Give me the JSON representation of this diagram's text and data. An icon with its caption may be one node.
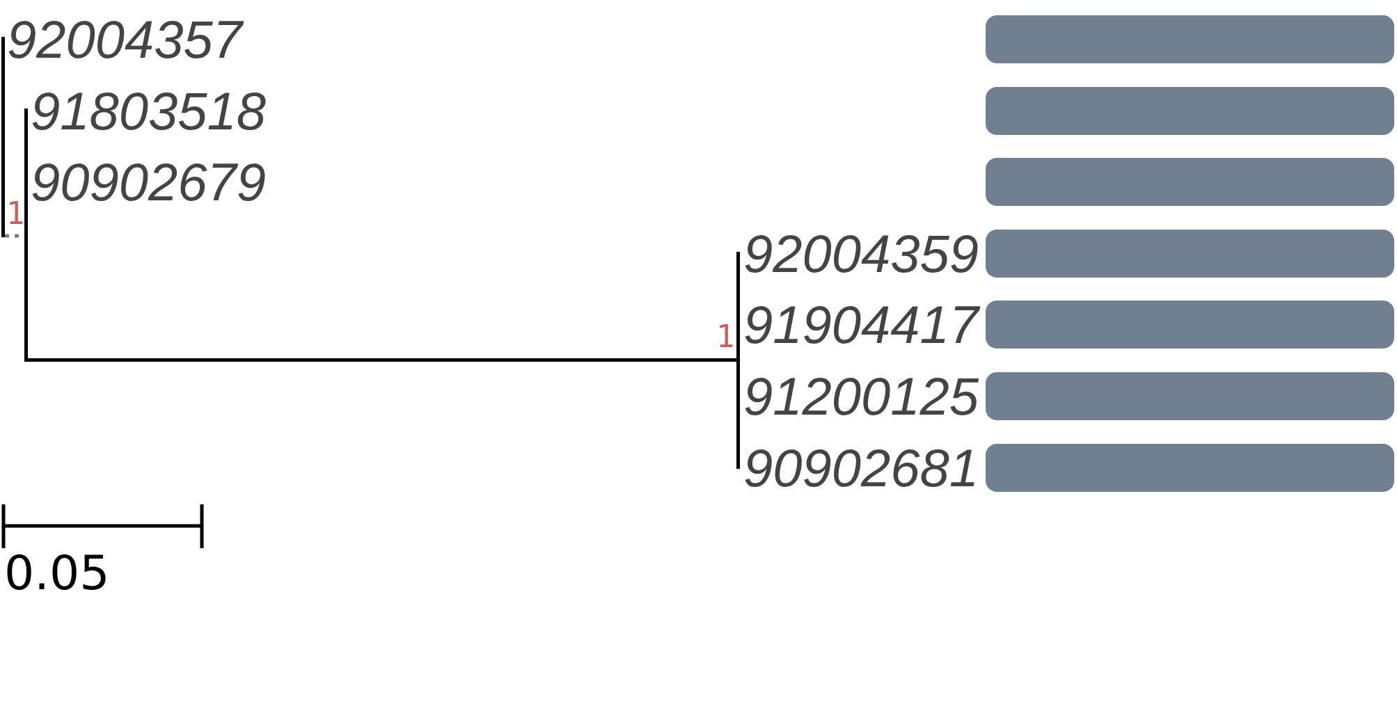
{
  "diagram": {
    "nodes": [
      {
        "text": [
          "92004357"
        ]
      },
      {
        "text": [
          "91803518"
        ]
      },
      {
        "text": [
          "90902679"
        ]
      },
      {
        "text": [
          "92004359"
        ]
      },
      {
        "text": [
          "91904417"
        ]
      },
      {
        "text": [
          "91200125"
        ]
      },
      {
        "text": [
          "90902681"
        ]
      },
      {
        "text": [],
        "shape": "bar"
      },
      {
        "text": [],
        "shape": "bar"
      },
      {
        "text": [],
        "shape": "bar"
      },
      {
        "text": [],
        "shape": "bar"
      },
      {
        "text": [],
        "shape": "bar"
      },
      {
        "text": [],
        "shape": "bar"
      },
      {
        "text": [],
        "shape": "bar"
      },
      {
        "text": [],
        "shape": "bar"
      },
      {
        "text": [],
        "shape": "bar"
      },
      {
        "text": [],
        "shape": "bar"
      }
    ],
    "edges": [
      {
        "from": 7,
        "to": 8,
        "arrow": "none",
        "style": "dashed",
        "color": "#808080"
      },
      {
        "from": 8,
        "to": 9,
        "arrow": "none",
        "color": "#000000"
      }
    ],
    "labels": [
      "1",
      "1",
      "0.05"
    ]
  }
}
